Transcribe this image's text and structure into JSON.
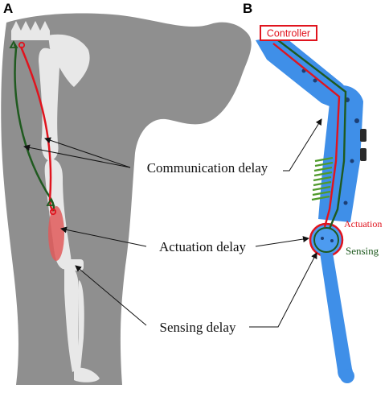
{
  "panels": {
    "a": "A",
    "b": "B"
  },
  "labels": {
    "communication_delay": "Communication delay",
    "actuation_delay": "Actuation delay",
    "sensing_delay": "Sensing delay",
    "controller": "Controller",
    "actuation": "Actuation",
    "sensing": "Sensing"
  },
  "colors": {
    "silhouette": "#8f8f8f",
    "bone": "#e8e8e8",
    "motor_signal": "#e0141e",
    "sensor_signal": "#1f5a1f",
    "robot_blue": "#3f8fe8",
    "muscle": "#e05a5a"
  }
}
